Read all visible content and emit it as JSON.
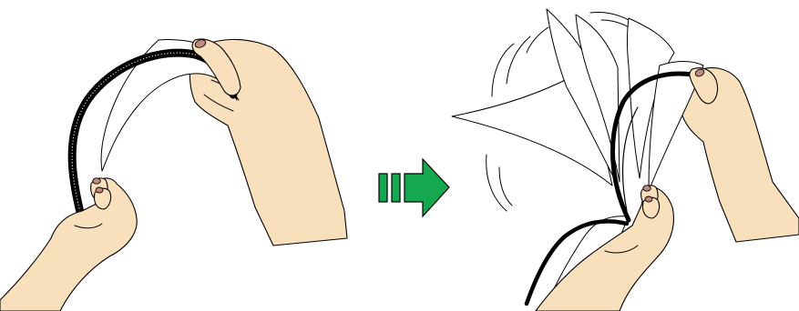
{
  "colors": {
    "skin": "#f9e0bd",
    "nail": "#c08a82",
    "arrow_green": "#16a850",
    "outline": "#000000",
    "paper": "#ffffff"
  },
  "steps": [
    {
      "id": "step-1-bend-stack",
      "illustration": "hands-bending-paper-stack"
    },
    {
      "id": "step-2-fan-sheets",
      "illustration": "hands-fanning-paper-sheets"
    }
  ],
  "icons": {
    "transition_arrow": "right-arrow-icon"
  }
}
